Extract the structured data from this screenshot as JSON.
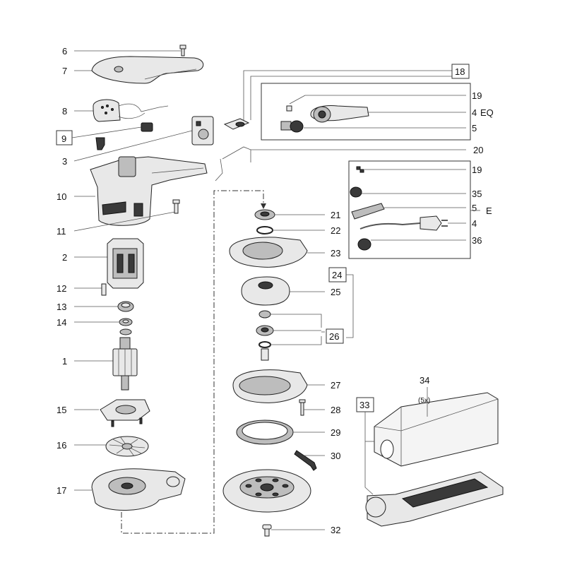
{
  "labels": {
    "l1": "1",
    "l2": "2",
    "l3": "3",
    "l4a": "4",
    "l4b": "4",
    "l5a": "5",
    "l5b": "5",
    "l6": "6",
    "l7": "7",
    "l8": "8",
    "l9": "9",
    "l10": "10",
    "l11": "11",
    "l12": "12",
    "l13": "13",
    "l14": "14",
    "l15": "15",
    "l16": "16",
    "l17": "17",
    "l18": "18",
    "l19a": "19",
    "l19b": "19",
    "l20": "20",
    "l21": "21",
    "l22": "22",
    "l23": "23",
    "l24": "24",
    "l25": "25",
    "l26": "26",
    "l27": "27",
    "l28": "28",
    "l29": "29",
    "l30": "30",
    "l32": "32",
    "l33": "33",
    "l34": "34",
    "l35": "35",
    "l36": "36",
    "eq": "EQ",
    "e": "E",
    "qty5x": "(5x)"
  }
}
